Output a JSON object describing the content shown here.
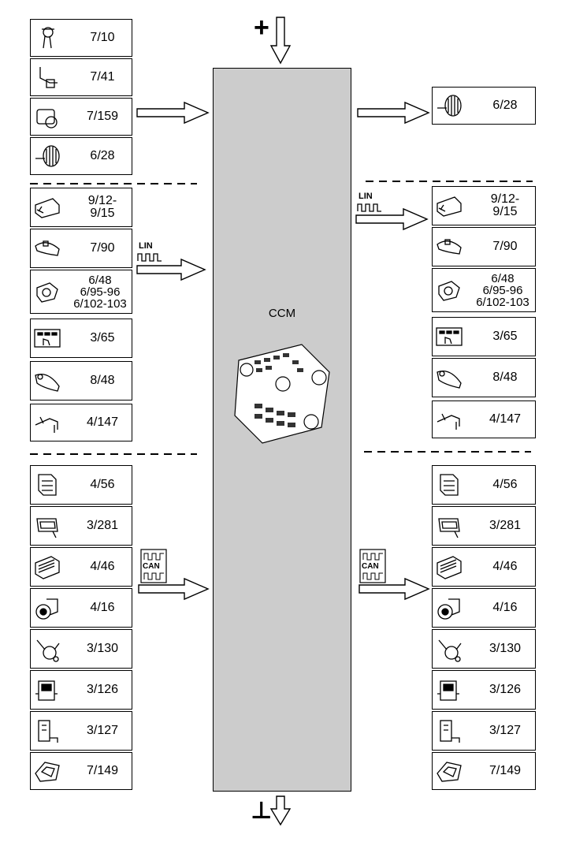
{
  "center": {
    "label": "CCM"
  },
  "power_symbol": "+",
  "ground_symbol": "⊥",
  "bus_labels": {
    "lin": "LIN",
    "can": "CAN"
  },
  "left_inputs": {
    "group1": [
      {
        "ref": "7/10",
        "icon": "sensor-icon"
      },
      {
        "ref": "7/41",
        "icon": "sensor-probe-icon"
      },
      {
        "ref": "7/159",
        "icon": "actuator-icon"
      },
      {
        "ref": "6/28",
        "icon": "blower-fan-icon"
      }
    ],
    "group2": [
      {
        "ref": "9/12-\n9/15",
        "icon": "control-module-icon"
      },
      {
        "ref": "7/90",
        "icon": "mirror-icon"
      },
      {
        "ref": "6/48\n6/95-96\n6/102-103",
        "icon": "flap-motor-icon"
      },
      {
        "ref": "3/65",
        "icon": "seat-heater-panel-icon"
      },
      {
        "ref": "8/48",
        "icon": "rear-view-mirror-icon"
      },
      {
        "ref": "4/147",
        "icon": "bracket-sensor-icon"
      }
    ],
    "group3": [
      {
        "ref": "4/56",
        "icon": "control-module-icon"
      },
      {
        "ref": "3/281",
        "icon": "display-icon"
      },
      {
        "ref": "4/46",
        "icon": "ecu-icon"
      },
      {
        "ref": "4/16",
        "icon": "ignition-switch-icon"
      },
      {
        "ref": "3/130",
        "icon": "steering-stalk-icon"
      },
      {
        "ref": "3/126",
        "icon": "relay-module-icon"
      },
      {
        "ref": "3/127",
        "icon": "bracket-module-icon"
      },
      {
        "ref": "7/149",
        "icon": "cover-icon"
      }
    ]
  },
  "right_outputs": {
    "group1": [
      {
        "ref": "6/28",
        "icon": "blower-fan-icon"
      }
    ],
    "group2": [
      {
        "ref": "9/12-\n9/15",
        "icon": "control-module-icon"
      },
      {
        "ref": "7/90",
        "icon": "mirror-icon"
      },
      {
        "ref": "6/48\n6/95-96\n6/102-103",
        "icon": "flap-motor-icon"
      },
      {
        "ref": "3/65",
        "icon": "seat-heater-panel-icon"
      },
      {
        "ref": "8/48",
        "icon": "rear-view-mirror-icon"
      },
      {
        "ref": "4/147",
        "icon": "bracket-sensor-icon"
      }
    ],
    "group3": [
      {
        "ref": "4/56",
        "icon": "control-module-icon"
      },
      {
        "ref": "3/281",
        "icon": "display-icon"
      },
      {
        "ref": "4/46",
        "icon": "ecu-icon"
      },
      {
        "ref": "4/16",
        "icon": "ignition-switch-icon"
      },
      {
        "ref": "3/130",
        "icon": "steering-stalk-icon"
      },
      {
        "ref": "3/126",
        "icon": "relay-module-icon"
      },
      {
        "ref": "3/127",
        "icon": "bracket-module-icon"
      },
      {
        "ref": "7/149",
        "icon": "cover-icon"
      }
    ]
  },
  "colors": {
    "ccm_fill": "#cccccc",
    "line": "#000000",
    "panel": "#ffffff"
  }
}
